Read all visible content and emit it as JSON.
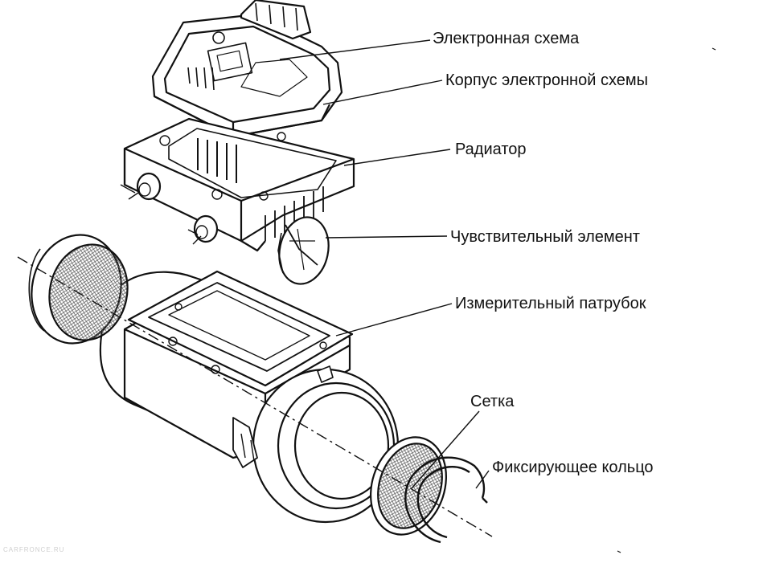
{
  "labels": {
    "electronic_circuit": "Электронная схема",
    "circuit_housing": "Корпус электронной схемы",
    "radiator": "Радиатор",
    "sensing_element": "Чувствительный элемент",
    "measuring_tube": "Измерительный патрубок",
    "mesh": "Сетка",
    "retaining_ring": "Фиксирующее кольцо"
  },
  "watermark": "CARFRONCE.RU",
  "colors": {
    "ink": "#111111",
    "paper": "#ffffff",
    "mesh_fill": "#9a9a9a"
  }
}
